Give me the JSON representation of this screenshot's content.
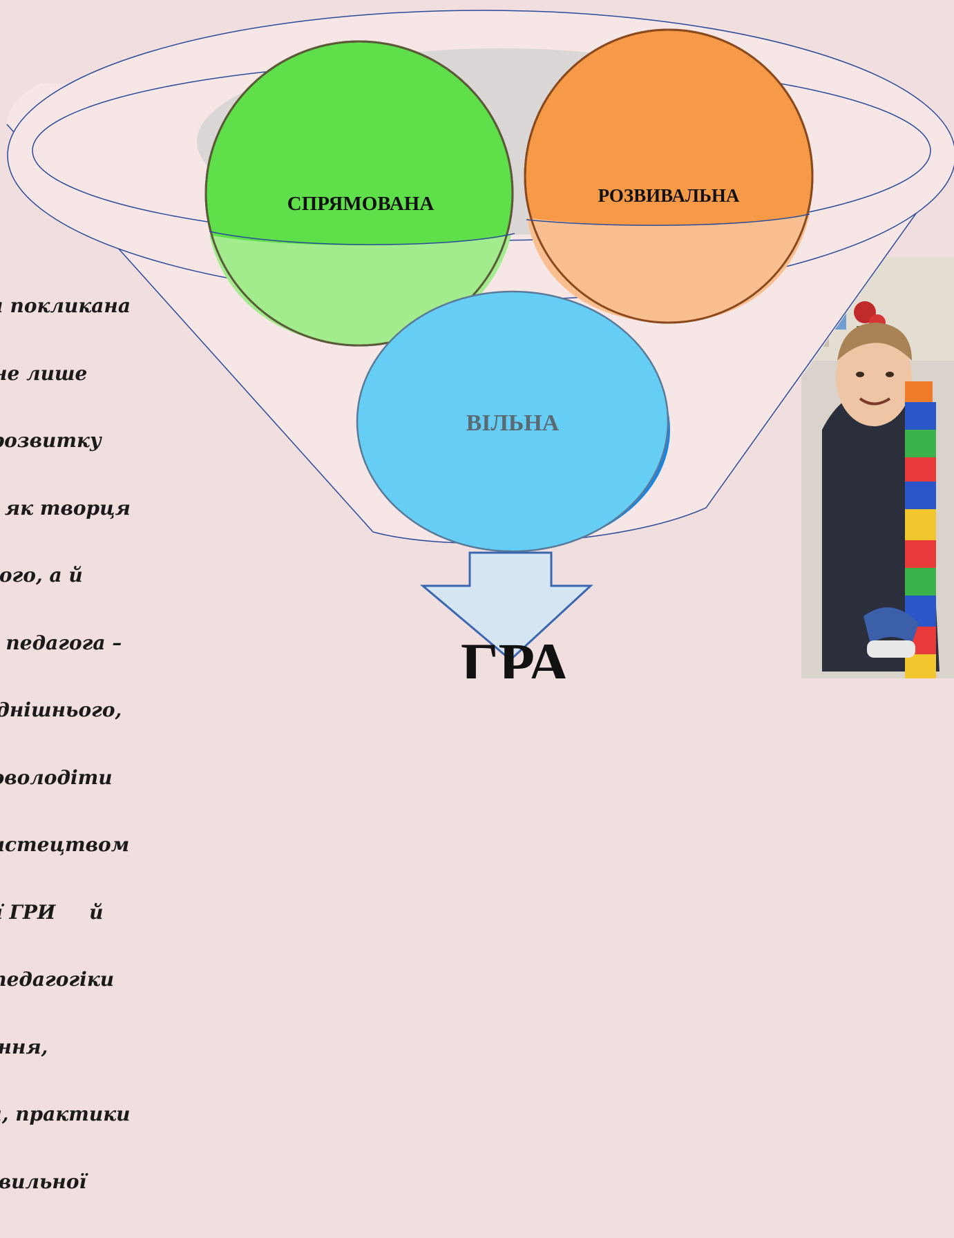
{
  "diagram": {
    "circles": [
      {
        "label": "СПРЯМОВАНА",
        "color": "#5fe04a"
      },
      {
        "label": "РОЗВИВАЛЬНА",
        "color": "#f79a48"
      },
      {
        "label": "ВІЛЬНА",
        "color": "#66cdf5"
      }
    ],
    "result_label": "ГРА"
  },
  "side_text": {
    "lines": [
      "ма покликана",
      "и не лише",
      "у розвитку",
      "ка як творця",
      "нього, а й",
      "ію педагога –",
      "годнішнього,",
      "е оволодіти",
      "мистецтвом",
      "ції ГРИ     й",
      "д педагогіки",
      "вання,",
      "ня, практики",
      "равильної"
    ]
  },
  "colors": {
    "background": "#f1dede",
    "funnel_fill": "#f7e6e6",
    "funnel_stroke": "#2a4a9a",
    "arrow_fill": "#d5e6f2",
    "arrow_stroke": "#3a67b0"
  }
}
